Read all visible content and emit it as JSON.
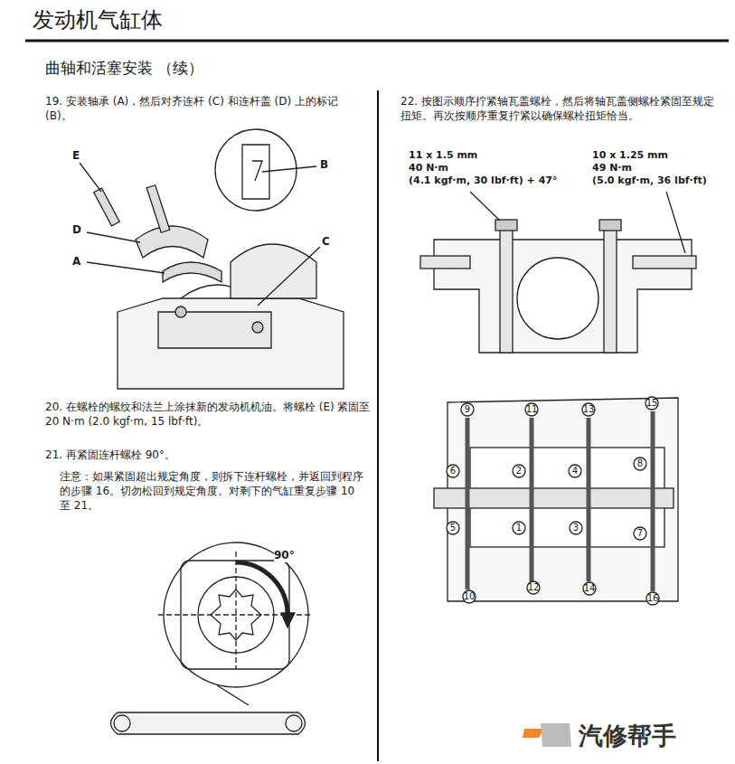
{
  "diagram": {
    "title": "发动机气缸体",
    "labels": [
      "曲轴和活塞安装 （续）",
      "19. 安装轴承 (A)，然后对齐连杆 (C) 和连杆盖 (D) 上的标记 (B)。",
      "E",
      "B",
      "D",
      "C",
      "A",
      "20. 在螺栓的螺纹和法兰上涂抹新的发动机机油。将螺栓 (E) 紧固至 20 N·m (2.0 kgf·m, 15 lbf·ft)。",
      "21. 再紧固连杆螺栓 90°。",
      "注意：如果紧固超出规定角度，则拆下连杆螺栓，并返回到程序的步骤 16。切勿松回到规定角度。对剩下的气缸重复步骤 10 至 21。",
      "90°",
      "22. 按图示顺序拧紧轴瓦盖螺栓，然后将轴瓦盖侧螺栓紧固至规定扭矩。再次按顺序重复拧紧以确保螺栓扭矩恰当。",
      "11 x 1.5 mm",
      "40 N·m",
      "(4.1 kgf·m, 30 lbf·ft) + 47°",
      "10 x 1.25 mm",
      "49 N·m",
      "(5.0 kgf·m, 36 lbf·ft)",
      "9",
      "11",
      "13",
      "15",
      "6",
      "2",
      "4",
      "8",
      "5",
      "1",
      "3",
      "7",
      "10",
      "12",
      "14",
      "16",
      "汽修帮手"
    ]
  }
}
